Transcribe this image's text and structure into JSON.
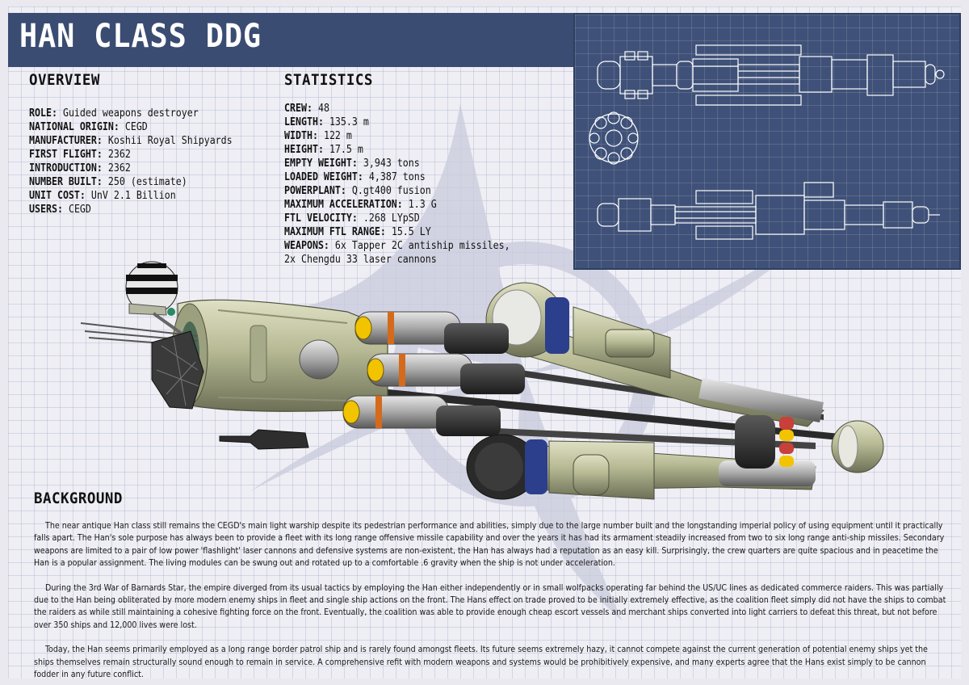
{
  "title": "HAN CLASS DDG",
  "overview": {
    "heading": "OVERVIEW",
    "items": [
      {
        "label": "ROLE:",
        "value": "Guided weapons destroyer"
      },
      {
        "label": "NATIONAL ORIGIN:",
        "value": "CEGD"
      },
      {
        "label": "MANUFACTURER:",
        "value": "Koshii Royal Shipyards"
      },
      {
        "label": "FIRST FLIGHT:",
        "value": "2362"
      },
      {
        "label": "INTRODUCTION:",
        "value": "2362"
      },
      {
        "label": "NUMBER BUILT:",
        "value": "250 (estimate)"
      },
      {
        "label": "UNIT COST:",
        "value": "UnV 2.1 Billion"
      },
      {
        "label": "USERS:",
        "value": "CEGD"
      }
    ]
  },
  "statistics": {
    "heading": "STATISTICS",
    "items": [
      {
        "label": "CREW:",
        "value": "48"
      },
      {
        "label": "LENGTH:",
        "value": "135.3 m"
      },
      {
        "label": "WIDTH:",
        "value": "122 m"
      },
      {
        "label": "HEIGHT:",
        "value": "17.5 m"
      },
      {
        "label": "EMPTY WEIGHT:",
        "value": "3,943 tons"
      },
      {
        "label": "LOADED WEIGHT:",
        "value": "4,387 tons"
      },
      {
        "label": "POWERPLANT:",
        "value": "Q.gt400 fusion"
      },
      {
        "label": "MAXIMUM ACCELERATION:",
        "value": "1.3 G"
      },
      {
        "label": "FTL VELOCITY:",
        "value": ".268 LYpSD"
      },
      {
        "label": "MAXIMUM FTL RANGE:",
        "value": "15.5 LY"
      },
      {
        "label": "WEAPONS:",
        "value": "6x Tapper 2C antiship missiles,"
      },
      {
        "label": "",
        "value": "2x Chengdu 33 laser cannons"
      }
    ]
  },
  "background": {
    "heading": "BACKGROUND",
    "paragraphs": [
      "The near antique Han class still remains the CEGD's  main light warship despite its pedestrian performance and abilities, simply due to the large number built and the longstanding imperial policy of using equipment until it practically falls apart.  The Han's sole purpose has always been to provide a fleet with its long range offensive missile capability and over the years it has had its armament steadily increased from two to six long range anti-ship missiles.  Secondary weapons are limited to a pair of low power 'flashlight' laser cannons and defensive systems are non-existent, the Han has always had a reputation as an easy kill.  Surprisingly, the crew quarters are quite spacious and in peacetime the Han is a popular assignment.  The living modules can be swung out and rotated up to a comfortable .6 gravity when the ship is not under acceleration.",
      "During the 3rd War of Barnards Star, the empire diverged from its usual tactics by employing the Han either independently or in small wolfpacks operating far behind the US/UC lines as dedicated commerce raiders. This was partially due to the Han being obliterated by more modern enemy ships in fleet and single ship actions on the front. The Hans effect on trade proved to be initially extremely effective, as the coalition fleet simply did not have the ships to combat the raiders as while still maintaining a cohesive fighting force on the front.  Eventually, the coalition was able to provide enough cheap escort vessels and merchant ships converted into light carriers to defeat this threat, but not before over 350 ships and 12,000 lives were lost.",
      "Today, the Han seems primarily employed as a long range border patrol ship and is rarely found amongst fleets. Its future seems extremely hazy, it cannot compete against the current generation of potential enemy ships yet the ships themselves remain structurally sound enough to remain in service. A comprehensive refit with modern weapons and systems would be prohibitively expensive, and many experts agree that the Hans exist simply to be cannon fodder in any future conflict."
    ]
  },
  "colors": {
    "header_bar": "#3a4c72",
    "blueprint_bg": "#3f5178",
    "hull": "#b9bc98",
    "missile_cap": "#f2c400",
    "accent_red": "#c7403a",
    "accent_blue": "#2b3f8c"
  }
}
